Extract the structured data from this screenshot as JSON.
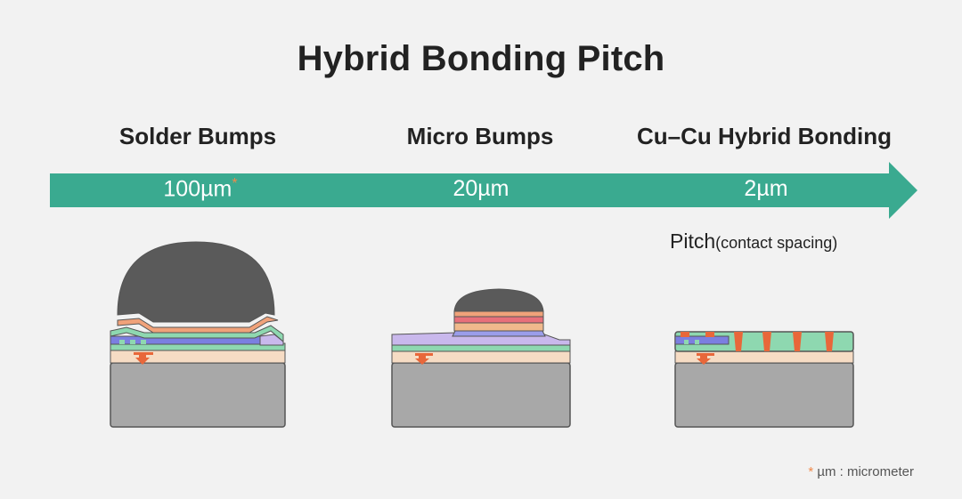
{
  "title": "Hybrid Bonding Pitch",
  "categories": [
    {
      "name": "Solder Bumps",
      "pitch": "100µm",
      "pitch_note": "*"
    },
    {
      "name": "Micro Bumps",
      "pitch": "20µm"
    },
    {
      "name": "Cu–Cu Hybrid Bonding",
      "pitch": "2µm"
    }
  ],
  "pitch_label": {
    "main": "Pitch",
    "detail": "(contact spacing)"
  },
  "footnote": {
    "star": "*",
    "text": " µm : micrometer"
  },
  "colors": {
    "arrow": "#3aaa90",
    "accent": "#f08a4b",
    "substrate": "#a8a8a8",
    "solder": "#5a5a5a",
    "copper": "#e8673a",
    "dielectric": "#8ed8b0",
    "metal_layer": "#7b7fe0",
    "passivation": "#c9b8ec",
    "oxide": "#f6dcc4"
  }
}
